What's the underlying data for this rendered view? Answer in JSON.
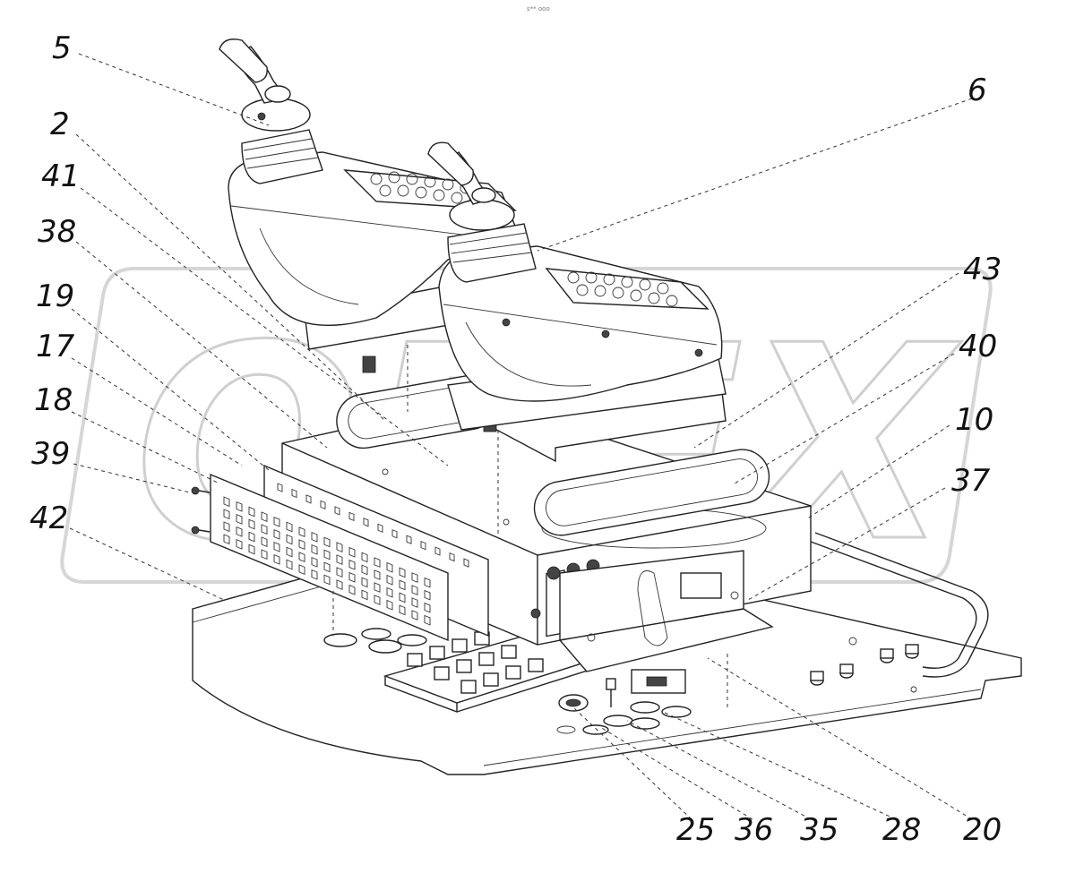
{
  "header_note": "s** ooo",
  "watermark": "OPEX",
  "callouts": [
    {
      "label": "5"
    },
    {
      "label": "2"
    },
    {
      "label": "41"
    },
    {
      "label": "38"
    },
    {
      "label": "19"
    },
    {
      "label": "17"
    },
    {
      "label": "18"
    },
    {
      "label": "39"
    },
    {
      "label": "42"
    },
    {
      "label": "6"
    },
    {
      "label": "43"
    },
    {
      "label": "40"
    },
    {
      "label": "10"
    },
    {
      "label": "37"
    },
    {
      "label": "25"
    },
    {
      "label": "36"
    },
    {
      "label": "35"
    },
    {
      "label": "28"
    },
    {
      "label": "20"
    }
  ]
}
